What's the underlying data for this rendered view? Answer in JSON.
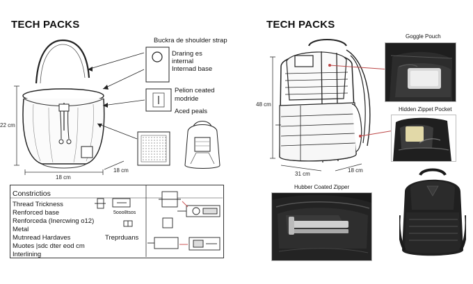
{
  "left_panel": {
    "title": "TECH PACKS",
    "callouts": {
      "shoulder_strap": "Buckra de shoulder strap",
      "internal_1": "Draring es",
      "internal_2": "internal",
      "internal_3": "Internad base",
      "pelion_1": "Pelion ceated",
      "pelion_2": "modride",
      "aced": "Aced peals"
    },
    "dimensions": {
      "height": "22 cm",
      "width": "18 cm",
      "depth": "18 cm"
    },
    "table": {
      "header": "Constrictios",
      "rows": [
        "Thread Trickness",
        "Renforced base",
        "Renforceda (Inercwing o12)",
        "Metal",
        "Mutnread Hardaves",
        "Muotes |sdc dter eod cm",
        "Interlining"
      ],
      "notes": {
        "code": "5ooo8tsos",
        "trap": "Treprduans"
      }
    }
  },
  "right_panel": {
    "title": "TECH PACKS",
    "dimensions": {
      "height": "48 cm",
      "width": "31 cm",
      "depth": "18 cm"
    },
    "photos": {
      "goggle": "Goggle Pouch",
      "hidden": "Hidden Zippet Pocket",
      "hubber": "Hubber Coated Zipper"
    }
  }
}
